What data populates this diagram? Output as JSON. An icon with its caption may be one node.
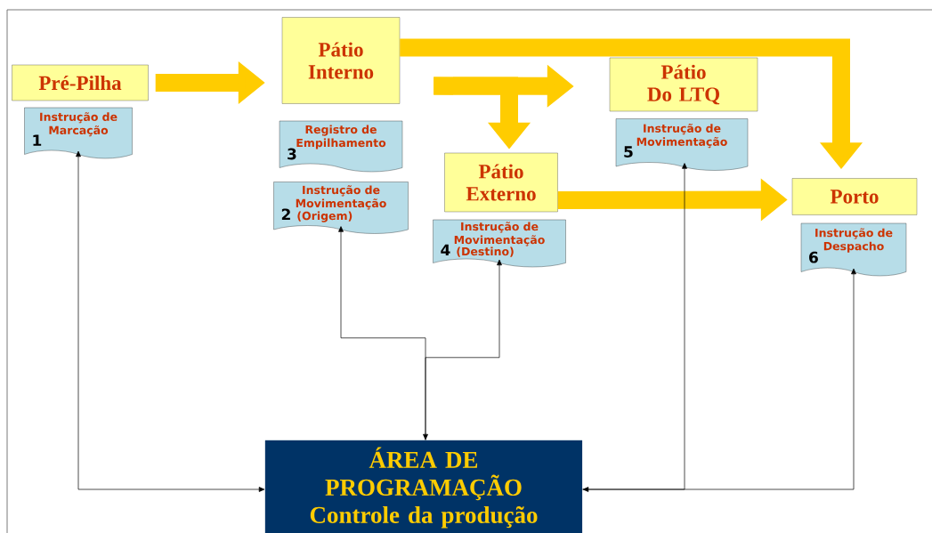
{
  "diagram": {
    "nodes": [
      {
        "text": [
          "Pré-Pilha"
        ]
      },
      {
        "text": [
          "Instrução de Marcação",
          "1"
        ]
      },
      {
        "text": [
          "Pátio Interno"
        ]
      },
      {
        "text": [
          "Registro de Empilhamento",
          "3"
        ]
      },
      {
        "text": [
          "Instrução de Movimentação",
          "2",
          "(Origem)"
        ]
      },
      {
        "text": [
          "Pátio Externo"
        ]
      },
      {
        "text": [
          "Instrução de Movimentação",
          "4",
          "(Destino)"
        ]
      },
      {
        "text": [
          "Pátio Do LTQ"
        ]
      },
      {
        "text": [
          "Instrução de Movimentação",
          "5"
        ]
      },
      {
        "text": [
          "Porto"
        ]
      },
      {
        "text": [
          "Instrução de Despacho",
          "6"
        ]
      },
      {
        "text": [
          "ÁREA DE PROGRAMAÇÃO",
          "Controle da produção"
        ]
      }
    ],
    "edges": [
      {
        "from": 0,
        "to": 2,
        "arrow": "to",
        "style": "thick",
        "color": "#ffcc00"
      },
      {
        "from": 2,
        "to": 9,
        "arrow": "to",
        "style": "thick",
        "color": "#ffcc00"
      },
      {
        "from": 2,
        "to": 7,
        "arrow": "to",
        "style": "thick",
        "color": "#ffcc00"
      },
      {
        "from": 2,
        "to": 5,
        "arrow": "to",
        "style": "thick",
        "color": "#ffcc00"
      },
      {
        "from": 5,
        "to": 9,
        "arrow": "to",
        "style": "thick",
        "color": "#ffcc00"
      },
      {
        "from": 11,
        "to": 1,
        "arrow": "both",
        "color": "#000000"
      },
      {
        "from": 11,
        "to": 4,
        "arrow": "both",
        "color": "#000000"
      },
      {
        "from": 11,
        "to": 6,
        "arrow": "to",
        "color": "#000000"
      },
      {
        "from": 11,
        "to": 8,
        "arrow": "to",
        "color": "#000000"
      },
      {
        "from": 11,
        "to": 10,
        "arrow": "both",
        "color": "#000000"
      }
    ]
  }
}
